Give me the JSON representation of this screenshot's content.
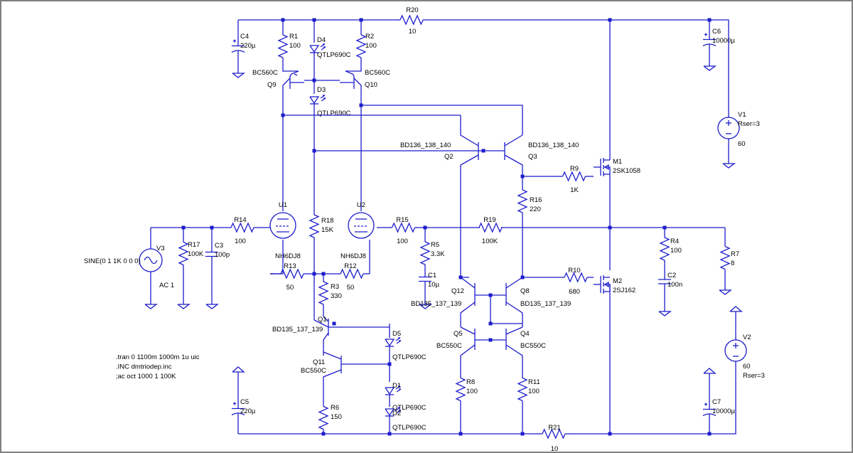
{
  "colors": {
    "wire": "#1c1ccc",
    "text": "#000000",
    "background": "#ffffff",
    "frame": "#808080"
  },
  "components": {
    "R20": {
      "ref": "R20",
      "value": "10"
    },
    "R21": {
      "ref": "R21",
      "value": "10"
    },
    "R1": {
      "ref": "R1",
      "value": "100"
    },
    "R2": {
      "ref": "R2",
      "value": "100"
    },
    "R3": {
      "ref": "R3",
      "value": "330"
    },
    "R4": {
      "ref": "R4",
      "value": "100"
    },
    "R5": {
      "ref": "R5",
      "value": "3.3K"
    },
    "R6": {
      "ref": "R6",
      "value": "150"
    },
    "R7": {
      "ref": "R7",
      "value": "8"
    },
    "R8": {
      "ref": "R8",
      "value": "100"
    },
    "R9": {
      "ref": "R9",
      "value": "1K"
    },
    "R10": {
      "ref": "R10",
      "value": "680"
    },
    "R11": {
      "ref": "R11",
      "value": "100"
    },
    "R12": {
      "ref": "R12",
      "value": "50"
    },
    "R13": {
      "ref": "R13",
      "value": "50"
    },
    "R14": {
      "ref": "R14",
      "value": "100"
    },
    "R15": {
      "ref": "R15",
      "value": "100"
    },
    "R16": {
      "ref": "R16",
      "value": "220"
    },
    "R17": {
      "ref": "R17",
      "value": "100K"
    },
    "R18": {
      "ref": "R18",
      "value": "15K"
    },
    "R19": {
      "ref": "R19",
      "value": "100K"
    },
    "C1": {
      "ref": "C1",
      "value": "10µ"
    },
    "C2": {
      "ref": "C2",
      "value": "100n"
    },
    "C3": {
      "ref": "C3",
      "value": "100p"
    },
    "C4": {
      "ref": "C4",
      "value": "220µ"
    },
    "C5": {
      "ref": "C5",
      "value": "220µ"
    },
    "C6": {
      "ref": "C6",
      "value": "10000µ"
    },
    "C7": {
      "ref": "C7",
      "value": "10000µ"
    },
    "D1": {
      "ref": "D1",
      "value": "QTLP690C"
    },
    "D2": {
      "ref": "D2",
      "value": "QTLP690C"
    },
    "D3": {
      "ref": "D3",
      "value": "QTLP690C"
    },
    "D4": {
      "ref": "D4",
      "value": "QTLP690C"
    },
    "D5": {
      "ref": "D5",
      "value": "QTLP690C"
    },
    "Q1": {
      "ref": "Q1",
      "value": "BD135_137_139"
    },
    "Q2": {
      "ref": "Q2",
      "value": "BD136_138_140"
    },
    "Q3": {
      "ref": "Q3",
      "value": "BD136_138_140"
    },
    "Q4": {
      "ref": "Q4",
      "value": "BC550C"
    },
    "Q5": {
      "ref": "Q5",
      "value": "BC550C"
    },
    "Q8": {
      "ref": "Q8",
      "value": "BD135_137_139"
    },
    "Q9": {
      "ref": "Q9",
      "value": "BC560C"
    },
    "Q10": {
      "ref": "Q10",
      "value": "BC560C"
    },
    "Q11": {
      "ref": "Q11",
      "value": "BC550C"
    },
    "Q12": {
      "ref": "Q12",
      "value": "BD135_137_139"
    },
    "M1": {
      "ref": "M1",
      "value": "2SK1058"
    },
    "M2": {
      "ref": "M2",
      "value": "2SJ162"
    },
    "U1": {
      "ref": "U1",
      "value": "NH6DJ8"
    },
    "U2": {
      "ref": "U2",
      "value": "NH6DJ8"
    },
    "V1": {
      "ref": "V1",
      "value": "60",
      "extra": "Rser=3"
    },
    "V2": {
      "ref": "V2",
      "value": "60",
      "extra": "Rser=3"
    },
    "V3": {
      "ref": "V3",
      "value": "SINE(0 1 1K 0 0 0)",
      "extra": "AC 1"
    }
  },
  "directives": [
    ".tran 0 1100m 1000m 1u uic",
    ".INC dmtriodep.inc",
    ";ac oct 1000 1 100K"
  ]
}
